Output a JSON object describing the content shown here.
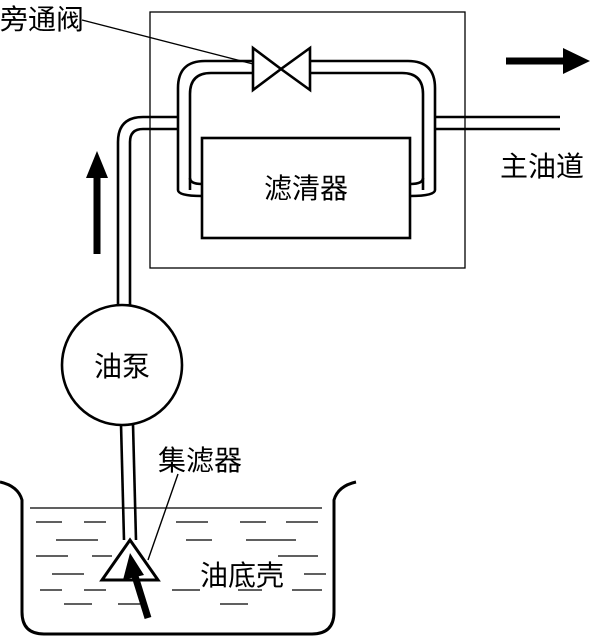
{
  "labels": {
    "bypass_valve": "旁通阀",
    "filter": "滤清器",
    "main_gallery": "主油道",
    "oil_pump": "油泵",
    "strainer": "集滤器",
    "oil_pan": "油底壳"
  },
  "colors": {
    "ink": "#000000",
    "background": "#ffffff"
  }
}
